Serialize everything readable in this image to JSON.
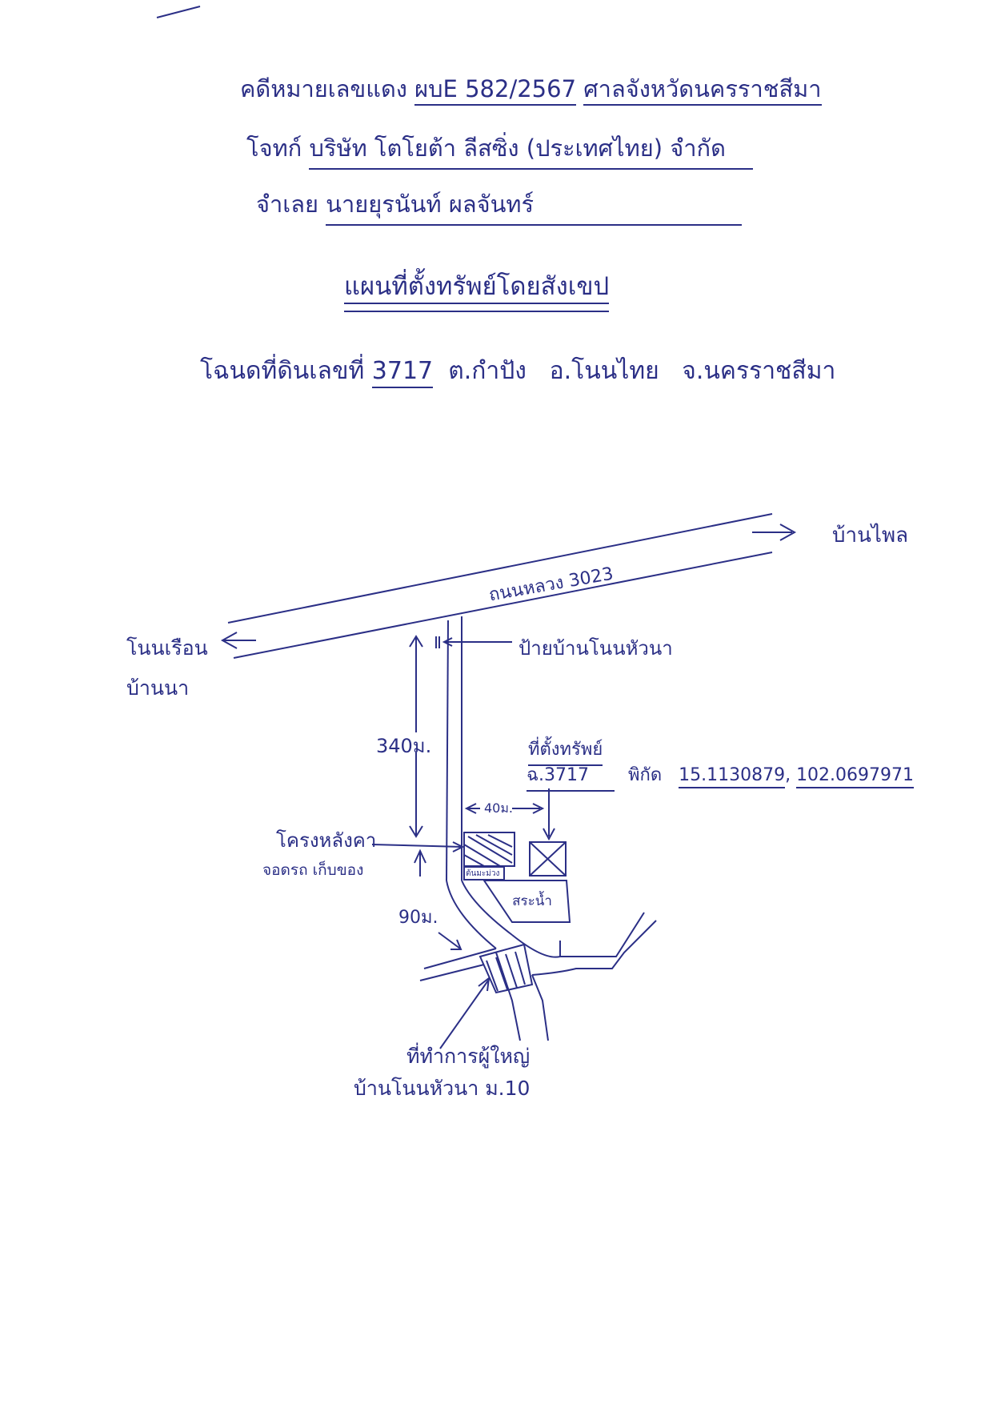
{
  "header": {
    "case_prefix": "คดีหมายเลขแดง",
    "case_number": "ผบE 582/2567",
    "court": "ศาลจังหวัดนครราชสีมา",
    "plaintiff_label": "โจทก์",
    "plaintiff": "บริษัท โตโยต้า ลีสซิ่ง (ประเทศไทย) จำกัด",
    "defendant_label": "จำเลย",
    "defendant": "นายยุรนันท์ ผลจันทร์",
    "map_title": "แผนที่ตั้งทรัพย์โดยสังเขป",
    "deed_prefix": "โฉนดที่ดินเลขที่",
    "deed_number": "3717",
    "subdistrict": "ต.กำปัง",
    "district": "อ.โนนไทย",
    "province": "จ.นครราชสีมา"
  },
  "map": {
    "highway_label": "ถนนหลวง 3023",
    "dest_right": "บ้านไพล",
    "dest_left_line1": "โนนเรือน",
    "dest_left_line2": "บ้านนา",
    "sign_label": "ป้ายบ้านโนนหัวนา",
    "distance_main": "340ม.",
    "distance_side": "40ม.",
    "distance_lower": "90ม.",
    "property_label": "ที่ตั้งทรัพย์",
    "property_deed": "ฉ.3717",
    "coord_prefix": "พิกัด",
    "coord_lat": "15.1130879",
    "coord_lon": "102.0697971",
    "shed_line1": "โครงหลังคา",
    "shed_line2": "จอดรถ เก็บของ",
    "small_house": "ต้นมะม่วง",
    "pond": "สระน้ำ",
    "office_line1": "ที่ทำการผู้ใหญ่",
    "office_line2": "บ้านโนนหัวนา ม.10"
  }
}
